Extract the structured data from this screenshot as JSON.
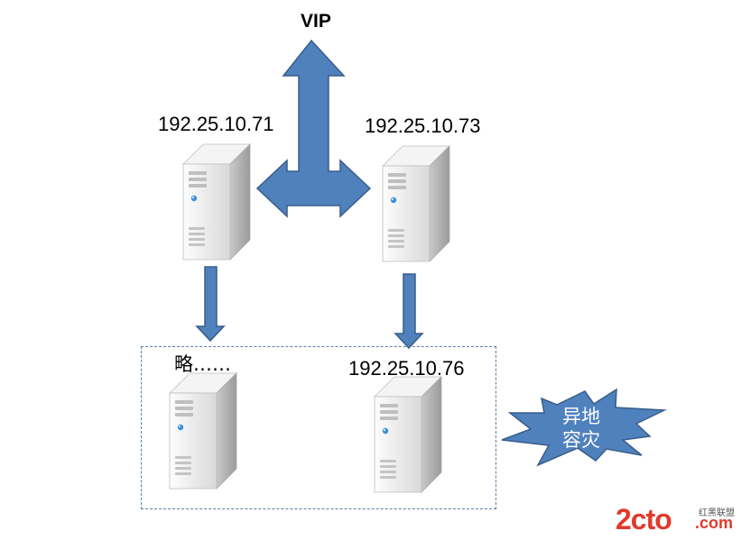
{
  "vip_label": "VIP",
  "servers": [
    {
      "label": "192.25.10.71"
    },
    {
      "label": "192.25.10.73"
    },
    {
      "label": "略……"
    },
    {
      "label": "192.25.10.76"
    }
  ],
  "disaster_recovery": {
    "line1": "异地",
    "line2": "容灾"
  },
  "watermark": {
    "brand": "2cto",
    "suffix": ".com",
    "tagline": "红黑联盟"
  },
  "colors": {
    "arrow_fill": "#4f81bd",
    "arrow_stroke": "#385d8a",
    "server_light": "#eeeeee",
    "server_dark": "#b5b5b5",
    "burst_fill": "#4f81bd",
    "watermark_red": "#e03a2c"
  }
}
